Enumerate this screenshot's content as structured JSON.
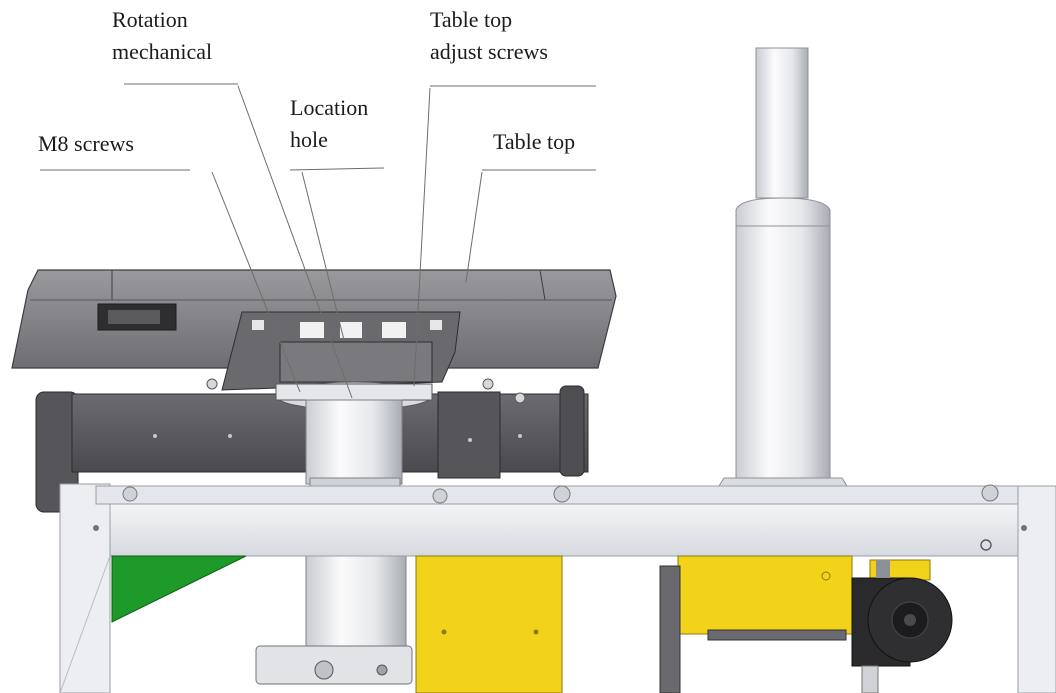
{
  "callouts": {
    "rotation_mechanical": [
      "Rotation",
      "mechanical"
    ],
    "table_top_adjust_screws": [
      "Table top",
      "adjust screws"
    ],
    "location_hole": [
      "Location",
      "hole"
    ],
    "m8_screws": [
      "M8 screws"
    ],
    "table_top": [
      "Table top"
    ]
  },
  "colors": {
    "frame": "#e9ebef",
    "housing": "#5e5e62",
    "table_top": "#7a7a7e",
    "yellow": "#f3d31a",
    "green": "#1e9a2a",
    "motor": "#2a2a2c"
  }
}
